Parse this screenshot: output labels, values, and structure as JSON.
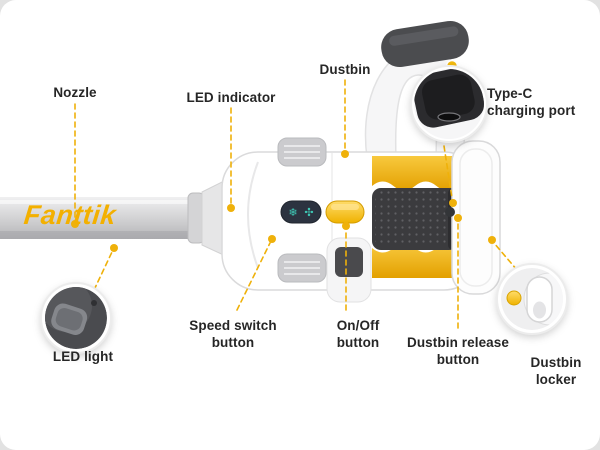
{
  "page": {
    "background": "#e2e2e2",
    "card_background": "#ffffff",
    "accent_color": "#EFB10A",
    "label_text_color": "#262626"
  },
  "brand": {
    "name": "Fanttik",
    "color": "#F3B000"
  },
  "callouts": {
    "nozzle": {
      "label": "Nozzle"
    },
    "led_indicator": {
      "label": "LED indicator"
    },
    "dustbin": {
      "label": "Dustbin"
    },
    "type_c_charging_port": {
      "label": "Type-C charging port"
    },
    "led_light": {
      "label": "LED light"
    },
    "speed_switch_button": {
      "label": "Speed switch button"
    },
    "on_off_button": {
      "label": "On/Off button"
    },
    "dustbin_release_button": {
      "label": "Dustbin release button"
    },
    "dustbin_locker": {
      "label": "Dustbin locker"
    }
  },
  "icons": {
    "snowflake_mode": "❄",
    "fan_mode": "✣"
  }
}
